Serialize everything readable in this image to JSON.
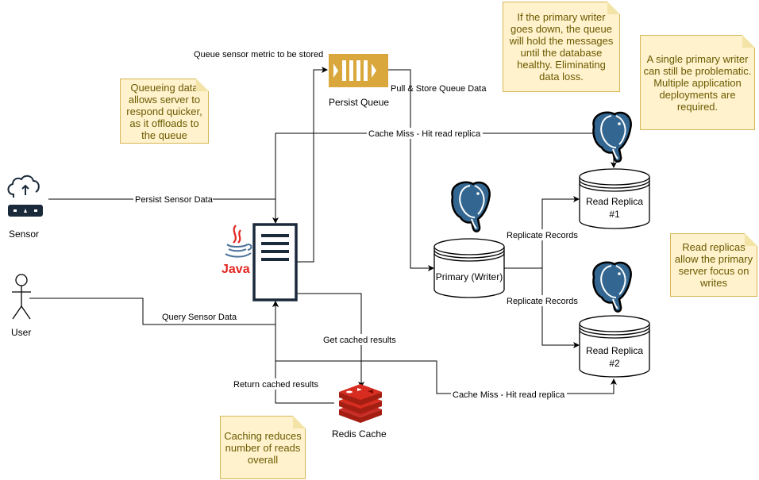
{
  "nodes": {
    "sensor": "Sensor",
    "user": "User",
    "java_logo_text": "Java",
    "persist_queue": "Persist Queue",
    "redis_cache": "Redis Cache",
    "primary": "Primary (Writer)",
    "replica1_line1": "Read Replica",
    "replica1_line2": "#1",
    "replica2_line1": "Read Replica",
    "replica2_line2": "#2"
  },
  "edges": {
    "queue_metric": "Queue sensor metric to be stored",
    "pull_store": "Pull & Store Queue Data",
    "cache_miss_top": "Cache Miss - Hit read replica",
    "persist_sensor": "Persist Sensor Data",
    "query_sensor": "Query Sensor Data",
    "get_cached": "Get cached results",
    "return_cached": "Return cached results",
    "replicate_1": "Replicate Records",
    "replicate_2": "Replicate Records",
    "cache_miss_bottom": "Cache Miss - Hit read replica"
  },
  "notes": {
    "queueing": "Queueing data allows server to respond quicker, as it offloads to the queue",
    "primary_down": "If the primary writer goes down, the queue will hold the messages until the database healthy. Eliminating data loss.",
    "single_primary": "A single primary writer can still be problematic. Multiple application deployments are required.",
    "read_replicas": "Read replicas allow the primary server focus on writes",
    "caching": "Caching reduces number of reads overall"
  },
  "colors": {
    "queue_gold": "#d9a73b",
    "redis_red": "#c92c27",
    "server_navy": "#1b2a3a",
    "postgres_blue": "#336791",
    "java_red": "#e3261f",
    "java_blue": "#4b7199",
    "note_fill": "#fff2cc",
    "note_border": "#d6b656",
    "note_text": "#6b5a00"
  }
}
